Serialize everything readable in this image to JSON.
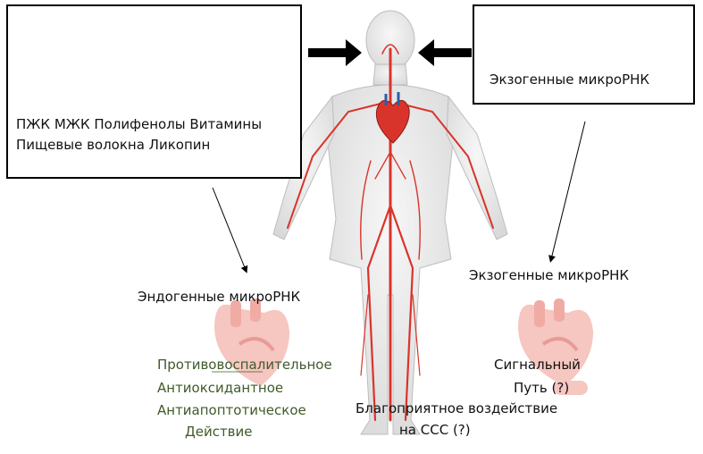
{
  "left_box": {
    "line1": "ПЖК МЖК Полифенолы Витамины",
    "line2": "Пищевые волокна Ликопин"
  },
  "right_box": {
    "label": "Экзогенные микроРНК"
  },
  "left_branch": {
    "label": "Эндогенные микроРНК",
    "effects": [
      "Противовоспалительное",
      "Антиоксидантное",
      "Антиапоптотическое",
      "Действие"
    ]
  },
  "right_branch": {
    "label": "Экзогенные микроРНК",
    "signal_line1": "Сигнальный",
    "signal_line2": "Путь (?)"
  },
  "bottom": {
    "line1": "Благоприятное воздействие",
    "line2": "на ССС (?)"
  },
  "colors": {
    "vessel": "#d9342b",
    "heart": "#f0a09a",
    "body": "#e9e9e9"
  }
}
